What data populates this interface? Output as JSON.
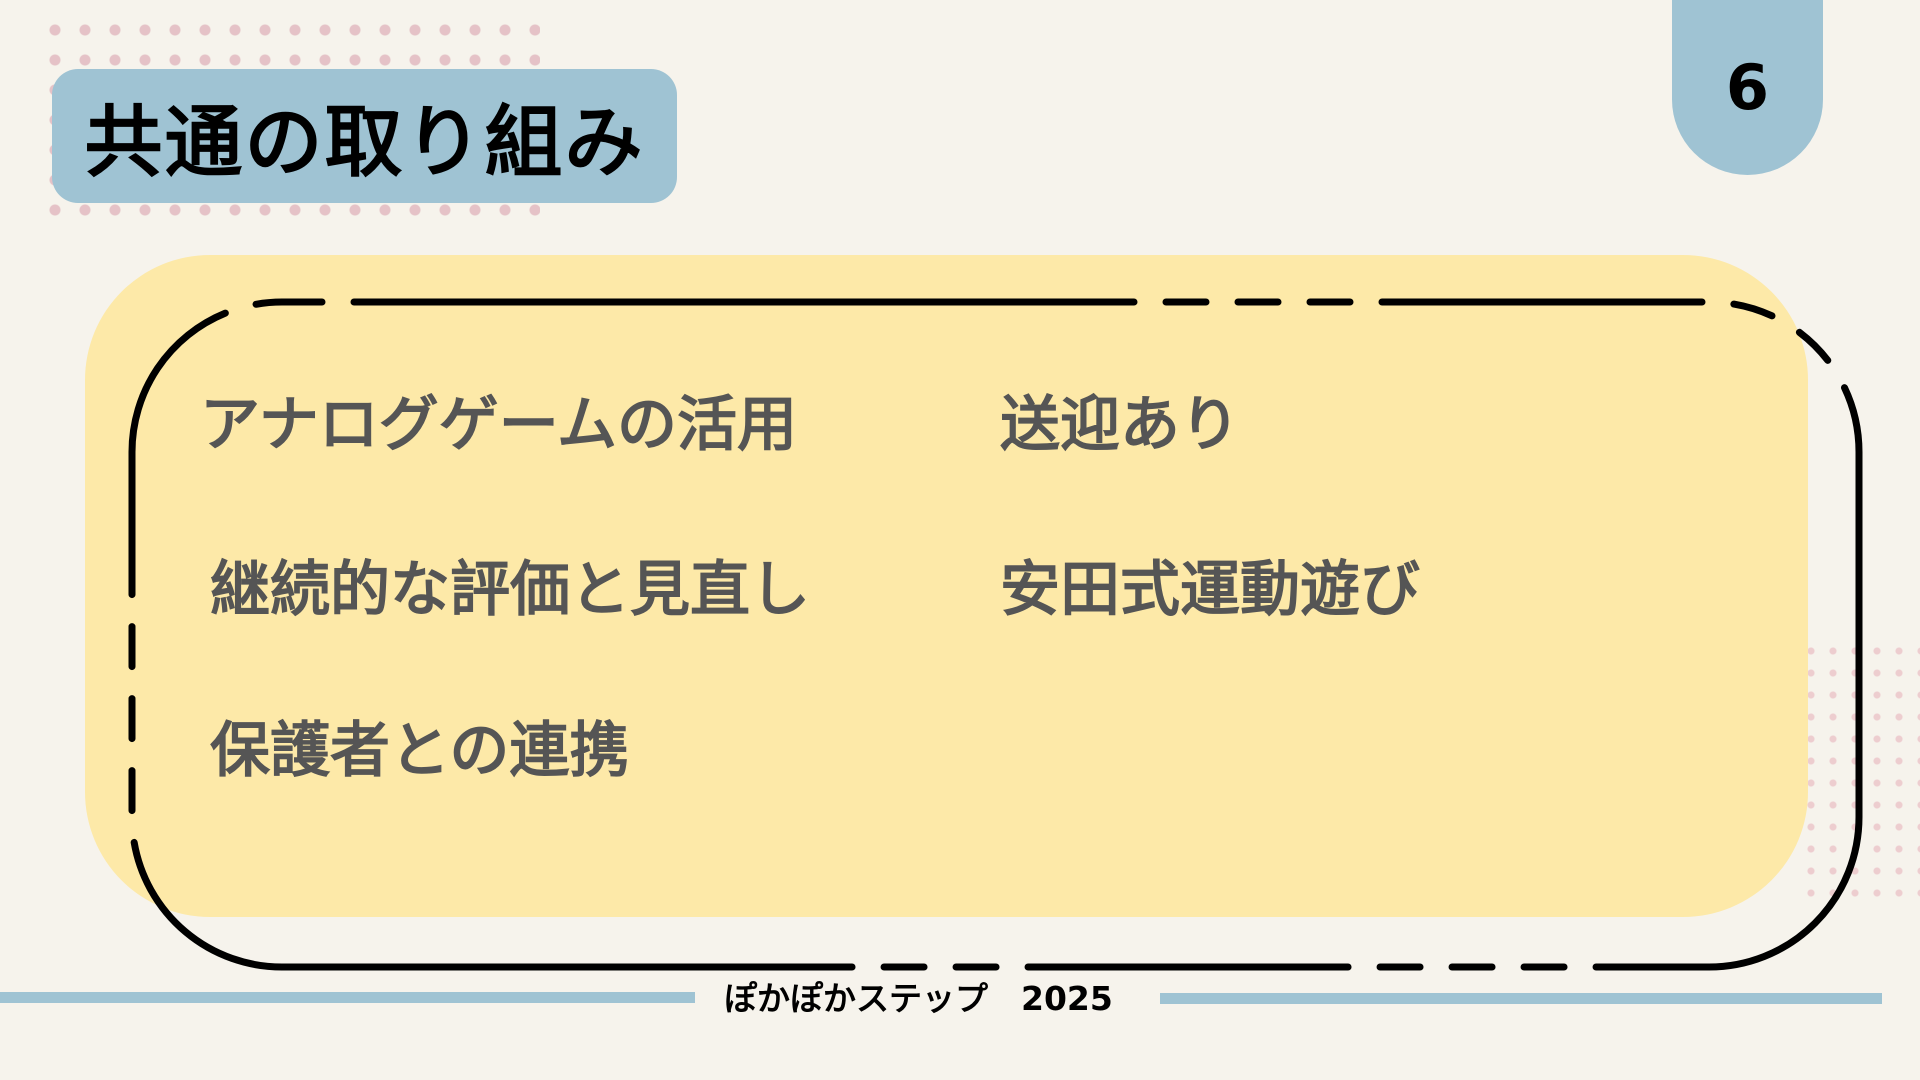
{
  "title": "共通の取り組み",
  "page_number": "6",
  "items": [
    "アナログゲームの活用",
    "送迎あり",
    "継続的な評価と見直し",
    "安田式運動遊び",
    "保護者との連携"
  ],
  "footer": "ぽかぽかステップ　2025",
  "colors": {
    "accent": "#9fc3d3",
    "panel": "#fde9a8",
    "background": "#f6f3ec",
    "dots": "#e2b9c0"
  }
}
